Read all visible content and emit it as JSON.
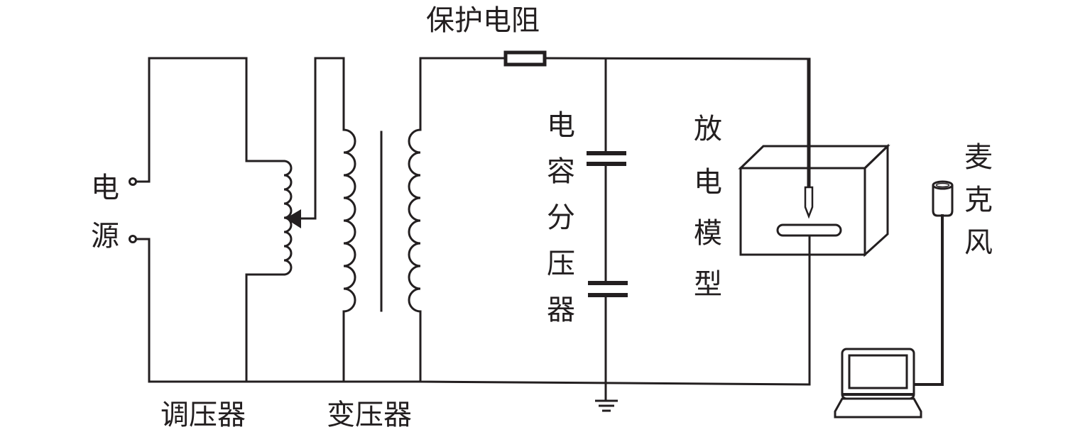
{
  "diagram": {
    "type": "circuit-schematic",
    "labels": {
      "power_source": "电源",
      "voltage_regulator": "调压器",
      "transformer": "变压器",
      "protective_resistor": "保护电阻",
      "capacitive_divider": "电容分压器",
      "discharge_model": "放电模型",
      "microphone": "麦克风"
    },
    "components": [
      {
        "id": "power_source",
        "label": "电源"
      },
      {
        "id": "voltage_regulator",
        "label": "调压器"
      },
      {
        "id": "transformer",
        "label": "变压器"
      },
      {
        "id": "protective_resistor",
        "label": "保护电阻"
      },
      {
        "id": "capacitive_divider",
        "label": "电容分压器"
      },
      {
        "id": "discharge_model",
        "label": "放电模型"
      },
      {
        "id": "ground",
        "label": ""
      },
      {
        "id": "microphone",
        "label": "麦克风"
      },
      {
        "id": "laptop",
        "label": ""
      }
    ],
    "connections": [
      [
        "power_source",
        "voltage_regulator"
      ],
      [
        "voltage_regulator",
        "transformer"
      ],
      [
        "transformer",
        "protective_resistor"
      ],
      [
        "protective_resistor",
        "capacitive_divider"
      ],
      [
        "protective_resistor",
        "discharge_model"
      ],
      [
        "capacitive_divider",
        "ground"
      ],
      [
        "discharge_model",
        "ground"
      ],
      [
        "microphone",
        "laptop"
      ]
    ],
    "colors": {
      "line": "#231f20",
      "background": "#ffffff"
    }
  }
}
